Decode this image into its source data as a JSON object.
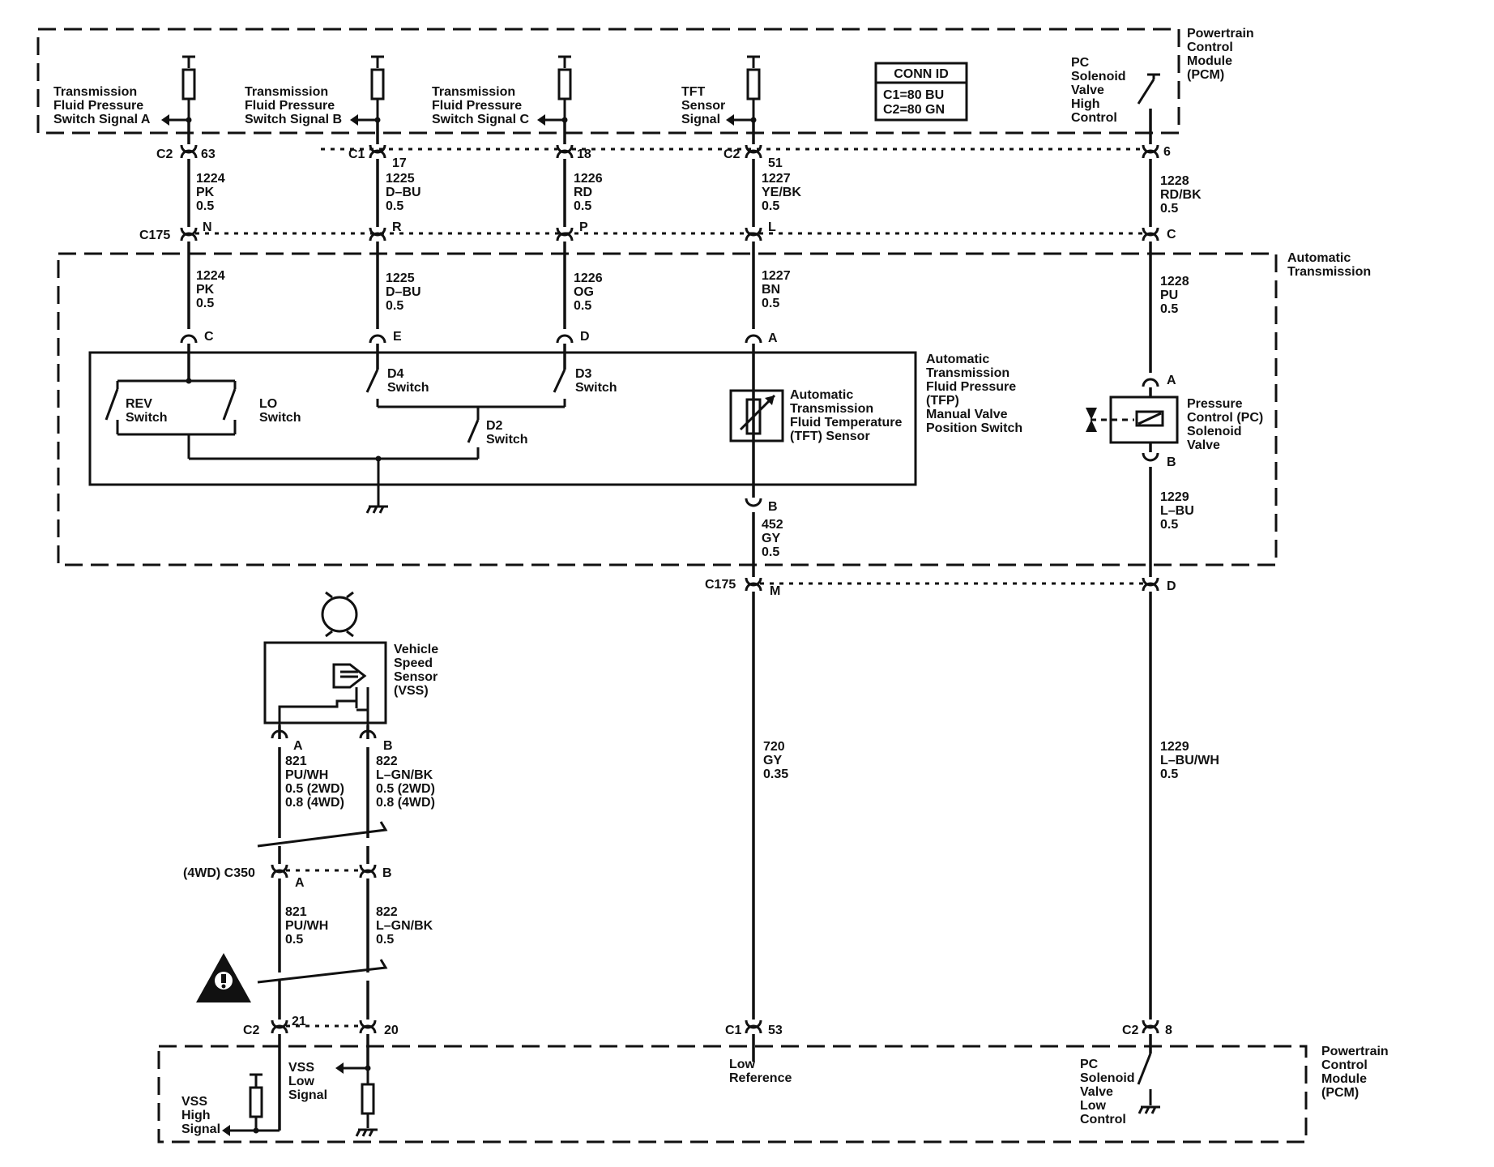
{
  "pcm_top": "Powertrain\nControl\nModule\n(PCM)",
  "pcm_bottom": "Powertrain\nControl\nModule\n(PCM)",
  "auto_trans": "Automatic\nTransmission",
  "conn_id": {
    "title": "CONN ID",
    "l1": "C1=80 BU",
    "l2": "C2=80 GN"
  },
  "top_signals": {
    "a": "Transmission\nFluid Pressure\nSwitch Signal A",
    "b": "Transmission\nFluid Pressure\nSwitch Signal B",
    "c": "Transmission\nFluid Pressure\nSwitch Signal C",
    "tft": "TFT\nSensor\nSignal",
    "pch": "PC\nSolenoid\nValve\nHigh\nControl"
  },
  "pcm_pins_top": {
    "c2a": "C2",
    "p63": "63",
    "c1a": "C1",
    "p17": "17",
    "p18": "18",
    "c2b": "C2",
    "p51": "51",
    "p6": "6"
  },
  "wires_upper": {
    "w1": "1224\nPK\n0.5",
    "w2": "1225\nD–BU\n0.5",
    "w3": "1226\nRD\n0.5",
    "w4": "1227\nYE/BK\n0.5",
    "w5": "1228\nRD/BK\n0.5"
  },
  "c175": {
    "label": "C175",
    "n": "N",
    "r": "R",
    "p": "P",
    "l": "L",
    "c": "C"
  },
  "wires_lower": {
    "w1": "1224\nPK\n0.5",
    "w2": "1225\nD–BU\n0.5",
    "w3": "1226\nOG\n0.5",
    "w4": "1227\nBN\n0.5",
    "w5": "1228\nPU\n0.5"
  },
  "tfp_pins": {
    "c": "C",
    "e": "E",
    "d": "D",
    "a": "A"
  },
  "switches": {
    "rev": "REV\nSwitch",
    "lo": "LO\nSwitch",
    "d4": "D4\nSwitch",
    "d3": "D3\nSwitch",
    "d2": "D2\nSwitch"
  },
  "tfp_title": "Automatic\nTransmission\nFluid Pressure\n(TFP)\nManual Valve\nPosition Switch",
  "tft_title": "Automatic\nTransmission\nFluid Temperature\n(TFT) Sensor",
  "pc_solenoid": {
    "title": "Pressure\nControl (PC)\nSolenoid\nValve",
    "a": "A",
    "b": "B"
  },
  "tft_pin_b": "B",
  "w452": "452\nGY\n0.5",
  "w1229a": "1229\nL–BU\n0.5",
  "c175b": {
    "label": "C175",
    "m": "M",
    "d": "D"
  },
  "vss": {
    "title": "Vehicle\nSpeed\nSensor\n(VSS)",
    "a": "A",
    "b": "B"
  },
  "vss_wires": {
    "w821": "821\nPU/WH\n0.5 (2WD)\n0.8 (4WD)",
    "w822": "822\nL–GN/BK\n0.5 (2WD)\n0.8 (4WD)"
  },
  "c350": {
    "label": "(4WD) C350",
    "a": "A",
    "b": "B"
  },
  "c350_wires": {
    "w821": "821\nPU/WH\n0.5",
    "w822": "822\nL–GN/BK\n0.5"
  },
  "w720": "720\nGY\n0.35",
  "w1229b": "1229\nL–BU/WH\n0.5",
  "pcm_pins_bottom": {
    "c2a": "C2",
    "p21": "21",
    "p20": "20",
    "c1": "C1",
    "p53": "53",
    "c2b": "C2",
    "p8": "8"
  },
  "bottom_signals": {
    "vss_low": "VSS\nLow\nSignal",
    "vss_high": "VSS\nHigh\nSignal",
    "low_ref": "Low\nReference",
    "pcl": "PC\nSolenoid\nValve\nLow\nControl"
  }
}
